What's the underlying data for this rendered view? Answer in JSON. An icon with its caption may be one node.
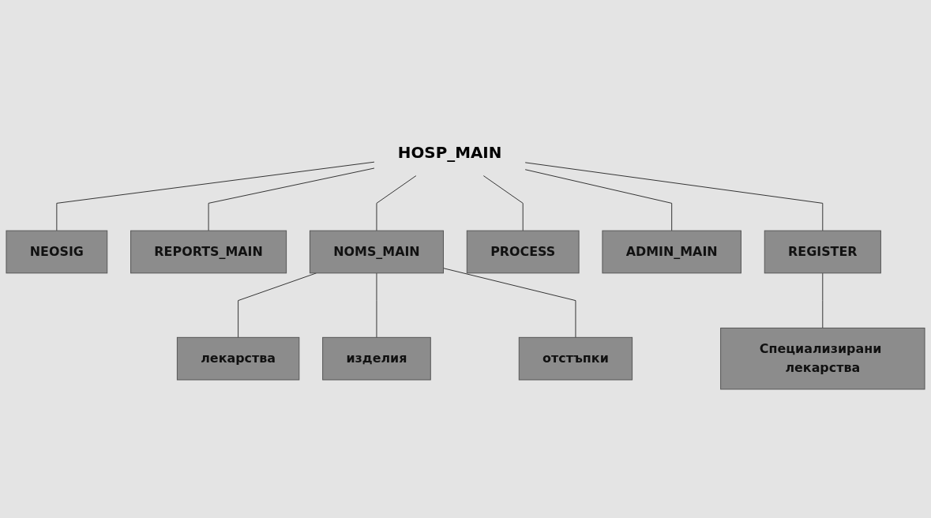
{
  "diagram": {
    "nodes": [
      {
        "text": [
          "HOSP_MAIN"
        ]
      },
      {
        "text": [
          "NEOSIG"
        ]
      },
      {
        "text": [
          "REPORTS_MAIN"
        ]
      },
      {
        "text": [
          "NOMS_MAIN"
        ]
      },
      {
        "text": [
          "PROCESS"
        ]
      },
      {
        "text": [
          "ADMIN_MAIN"
        ]
      },
      {
        "text": [
          "REGISTER"
        ]
      },
      {
        "text": [
          "лекарства"
        ]
      },
      {
        "text": [
          "изделия"
        ]
      },
      {
        "text": [
          "отстъпки"
        ]
      },
      {
        "text": [
          "Специализирани лекарства"
        ]
      }
    ],
    "edges": [
      {
        "from": 0,
        "to": 1,
        "arrow": "none"
      },
      {
        "from": 0,
        "to": 2,
        "arrow": "none"
      },
      {
        "from": 0,
        "to": 3,
        "arrow": "none"
      },
      {
        "from": 0,
        "to": 4,
        "arrow": "none"
      },
      {
        "from": 0,
        "to": 5,
        "arrow": "none"
      },
      {
        "from": 0,
        "to": 6,
        "arrow": "none"
      },
      {
        "from": 3,
        "to": 7,
        "arrow": "none"
      },
      {
        "from": 3,
        "to": 8,
        "arrow": "none"
      },
      {
        "from": 3,
        "to": 9,
        "arrow": "none"
      },
      {
        "from": 6,
        "to": 10,
        "arrow": "none"
      }
    ]
  }
}
